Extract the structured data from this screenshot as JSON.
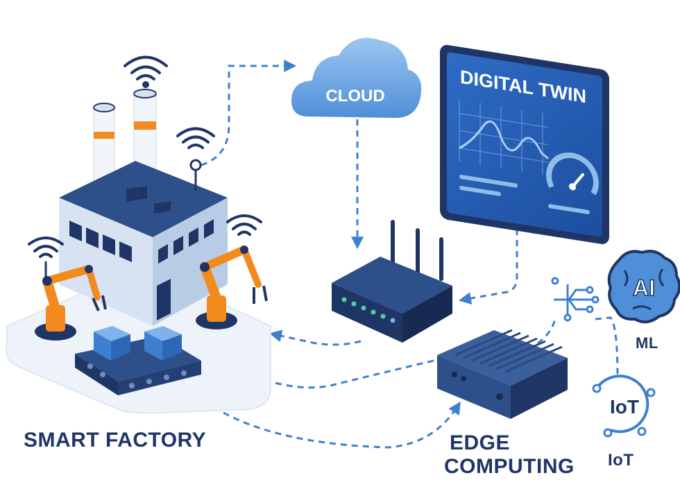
{
  "nodes": {
    "cloud": "CLOUD",
    "digital_twin": "DIGITAL TWIN",
    "smart_factory": "SMART FACTORY",
    "edge_line1": "EDGE",
    "edge_line2": "COMPUTING",
    "ai_badge": "AI",
    "ml": "ML",
    "iot_badge": "IoT",
    "iot": "IoT"
  },
  "colors": {
    "navy": "#1f3566",
    "blue": "#3f7fcf",
    "light_blue": "#8fbdea",
    "orange": "#f28a1e",
    "pale": "#eef3fa"
  },
  "icons": [
    "wifi-icon",
    "cloud-icon",
    "router-icon",
    "gauge-icon",
    "brain-icon",
    "circuit-icon",
    "robot-arm-icon",
    "conveyor-icon"
  ]
}
